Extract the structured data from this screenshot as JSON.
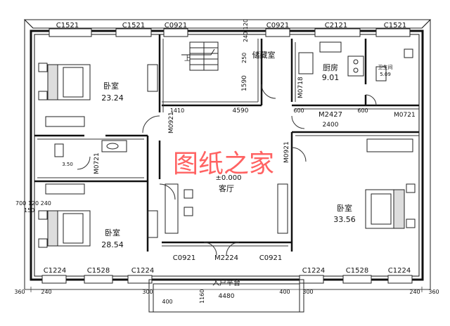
{
  "watermark": "图纸之家",
  "rooms": {
    "bedroom_top_left": {
      "name": "卧室",
      "area": "23.24"
    },
    "bedroom_bottom_left": {
      "name": "卧室",
      "area": "28.54"
    },
    "bedroom_right": {
      "name": "卧室",
      "area": "33.56"
    },
    "kitchen": {
      "name": "厨房",
      "area": "9.01"
    },
    "storage": {
      "name": "储藏室"
    },
    "living": {
      "name": "客厅",
      "level": "±0.000"
    },
    "entry": {
      "name": "入户平台"
    },
    "wc_left": {
      "area": "3.50"
    },
    "wc_right": {
      "name": "卫生间",
      "area": "5.09"
    }
  },
  "windows_top": [
    "C1521",
    "C1521",
    "C0921",
    "C0921",
    "C2121",
    "C1521"
  ],
  "windows_bottom": [
    "C1224",
    "C1528",
    "C1224",
    "C0921",
    "C0921",
    "C1224",
    "C1528",
    "C1224"
  ],
  "doors": {
    "m0921_a": "M0921",
    "m0921_b": "M0921",
    "m0721_left": "M0721",
    "m0721_right": "M0721",
    "m0718": "M0718",
    "m2427": "M2427",
    "m2224": "M2224"
  },
  "dimensions": {
    "d250": "250",
    "d240_120": "240 120",
    "d1590": "1590",
    "d4590": "4590",
    "d1410": "1410",
    "d600_l": "600",
    "d600_r": "600",
    "d2400": "2400",
    "d4480": "4480",
    "d300_l": "300",
    "d300_r": "300",
    "d400_l": "400",
    "d400_r": "400",
    "d1160": "1160",
    "d360_l": "360",
    "d360_r": "360",
    "d240_l": "240",
    "d240_r": "240",
    "d700_120_240": "700 120 240",
    "d150": "150"
  },
  "stair_up": "上"
}
